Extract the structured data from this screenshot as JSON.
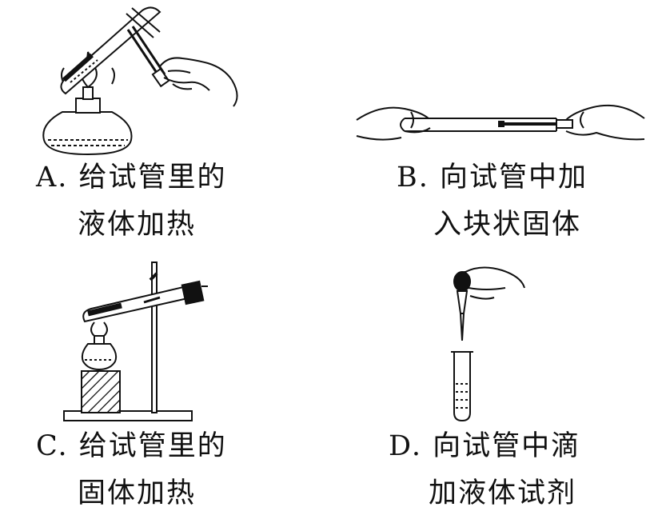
{
  "panels": {
    "a": {
      "line1": "A. 给试管里的",
      "line2": "液体加热"
    },
    "b": {
      "line1": "B. 向试管中加",
      "line2": "入块状固体"
    },
    "c": {
      "line1": "C. 给试管里的",
      "line2": "固体加热"
    },
    "d": {
      "line1": "D. 向试管中滴",
      "line2": "加液体试剂"
    }
  },
  "colors": {
    "ink": "#111111",
    "background": "#ffffff"
  }
}
